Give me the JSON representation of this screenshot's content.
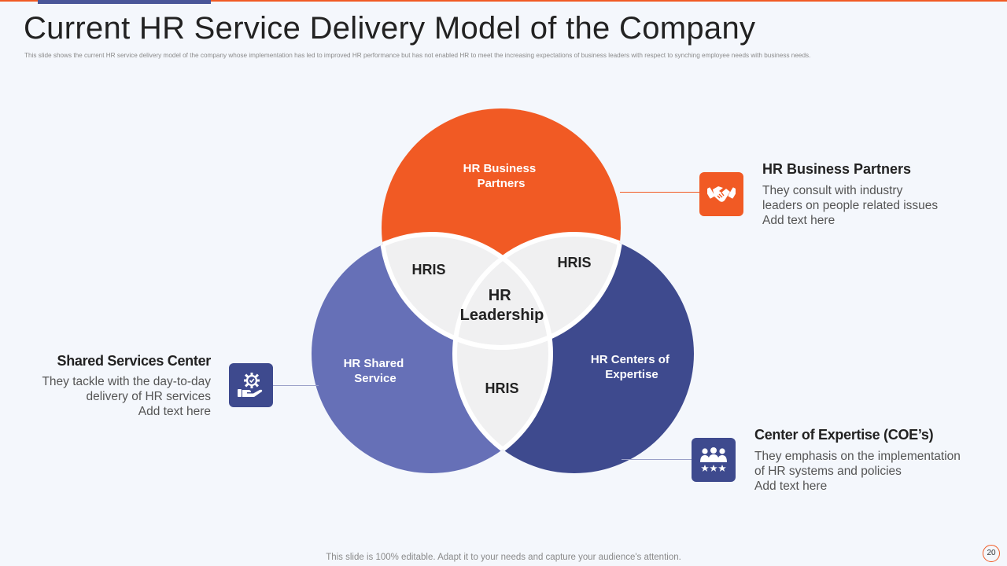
{
  "slide": {
    "title": "Current HR Service Delivery Model of the Company",
    "subtitle": "This slide shows the current HR service delivery model of the company whose implementation has led to improved HR performance but has not enabled HR to meet the increasing expectations of business leaders with respect to synching employee needs with business needs.",
    "footer": "This slide is 100% editable. Adapt it to your needs and capture your audience's attention.",
    "page_number": "20"
  },
  "colors": {
    "orange": "#f15a24",
    "periwinkle": "#6670b7",
    "navy": "#3e4a8e",
    "overlap": "#f0f0f1",
    "accent_icon_dark": "#3e4a8e"
  },
  "venn": {
    "top": {
      "line1": "HR Business",
      "line2": "Partners"
    },
    "left": {
      "line1": "HR Shared",
      "line2": "Service"
    },
    "right": {
      "line1": "HR Centers of",
      "line2": "Expertise"
    },
    "overlap_top_left": "HRIS",
    "overlap_top_right": "HRIS",
    "overlap_bottom": "HRIS",
    "center": {
      "line1": "HR",
      "line2": "Leadership"
    }
  },
  "cards": {
    "business_partners": {
      "icon": "handshake-icon",
      "title": "HR Business Partners",
      "lines": [
        "They consult with industry",
        "leaders on people related issues",
        "Add text here"
      ]
    },
    "shared_services": {
      "icon": "hand-gear-icon",
      "title": "Shared Services Center",
      "lines": [
        "They tackle with the day-to-day",
        "delivery of HR services",
        "Add text here"
      ]
    },
    "expertise": {
      "icon": "team-stars-icon",
      "title": "Center of Expertise (COE’s)",
      "lines": [
        "They emphasis on the implementation",
        "of HR systems and policies",
        "Add text here"
      ]
    }
  }
}
